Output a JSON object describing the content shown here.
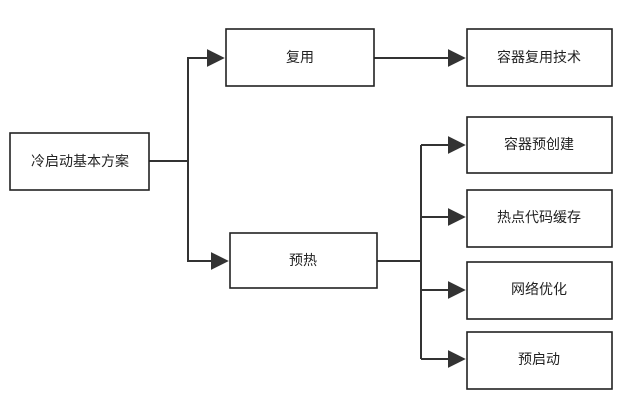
{
  "diagram": {
    "root": {
      "label": "冷启动基本方案"
    },
    "branches": [
      {
        "label": "复用",
        "children": [
          {
            "label": "容器复用技术"
          }
        ]
      },
      {
        "label": "预热",
        "children": [
          {
            "label": "容器预创建"
          },
          {
            "label": "热点代码缓存"
          },
          {
            "label": "网络优化"
          },
          {
            "label": "预启动"
          }
        ]
      }
    ]
  }
}
